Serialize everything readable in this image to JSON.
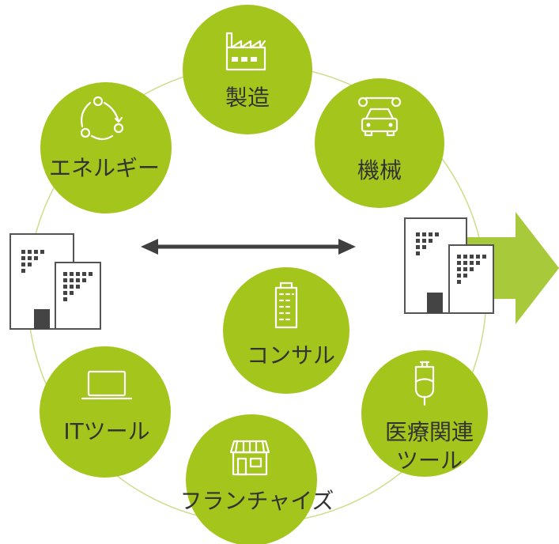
{
  "colors": {
    "node": "#a3c51c",
    "ring": "#cddd8a",
    "arrow": "#a7c93a",
    "double_arrow": "#3f3f3f",
    "building_stroke": "#555555",
    "building_window": "#444444",
    "label": "#333333"
  },
  "nodes": [
    {
      "id": "manufacturing",
      "label": "製造",
      "icon": "factory-icon"
    },
    {
      "id": "machinery",
      "label": "機械",
      "icon": "car-wrench-icon"
    },
    {
      "id": "medical",
      "label": "医療関連",
      "label2": "ツール",
      "icon": "iv-bag-icon"
    },
    {
      "id": "franchise",
      "label": "フランチャイズ",
      "icon": "storefront-icon"
    },
    {
      "id": "it-tools",
      "label": "ITツール",
      "icon": "laptop-icon"
    },
    {
      "id": "energy",
      "label": "エネルギー",
      "icon": "recycle-cycle-icon"
    },
    {
      "id": "consulting",
      "label": "コンサル",
      "icon": "office-tower-icon"
    }
  ],
  "left_building": {
    "icon": "office-buildings-icon"
  },
  "right_building": {
    "icon": "office-buildings-icon"
  },
  "connector": {
    "icon": "double-headed-arrow"
  },
  "exit_arrow": {
    "icon": "right-arrow"
  }
}
